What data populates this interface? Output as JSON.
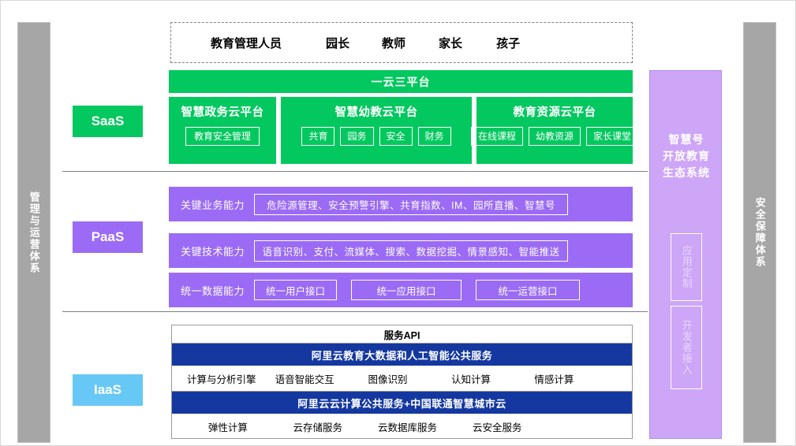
{
  "pillars": {
    "left": "管理与运营体系",
    "right": "安全保障体系"
  },
  "roles": {
    "items": [
      "教育管理人员",
      "园长",
      "教师",
      "家长",
      "孩子"
    ]
  },
  "cloud_banner": "一云三平台",
  "layers": {
    "saas_badge": "SaaS",
    "paas_badge": "PaaS",
    "iaas_badge": "IaaS"
  },
  "saas": {
    "platforms": [
      {
        "title": "智慧政务云平台",
        "modules": [
          "教育安全管理"
        ]
      },
      {
        "title": "智慧幼教云平台",
        "modules": [
          "共育",
          "园务",
          "安全",
          "财务"
        ]
      },
      {
        "title": "教育资源云平台",
        "modules": [
          "在线课程",
          "幼教资源",
          "家长课堂"
        ]
      }
    ]
  },
  "paas": {
    "rows": [
      {
        "label": "关键业务能力",
        "content": "危险源管理、安全预警引擎、共育指数、IM、园所直播、智慧号"
      },
      {
        "label": "关键技术能力",
        "content": "语音识别、支付、流媒体、搜索、数据挖掘、情景感知、智能推送"
      }
    ],
    "data_row": {
      "label": "统一数据能力",
      "interfaces": [
        "统一用户接口",
        "统一应用接口",
        "统一运营接口"
      ]
    }
  },
  "iaas": {
    "api_header": "服务API",
    "blocks": [
      {
        "header": "阿里云教育大数据和人工智能公共服务",
        "items": [
          "计算与分析引擎",
          "语音智能交互",
          "图像识别",
          "认知计算",
          "情感计算"
        ]
      },
      {
        "header": "阿里云云计算公共服务+中国联通智慧城市云",
        "items": [
          "弹性计算",
          "云存储服务",
          "云数据库服务",
          "云安全服务"
        ]
      }
    ]
  },
  "eco": {
    "title": "智慧号\n开放教育\n生态系统",
    "boxes": [
      "应用定制",
      "开发者接入"
    ]
  },
  "colors": {
    "green": "#03c85f",
    "purple": "#9b6bf5",
    "light_blue": "#67c8f5",
    "dark_blue": "#1438a0",
    "gray": "#a6a6a6",
    "eco_purple": "#cda6f7"
  }
}
